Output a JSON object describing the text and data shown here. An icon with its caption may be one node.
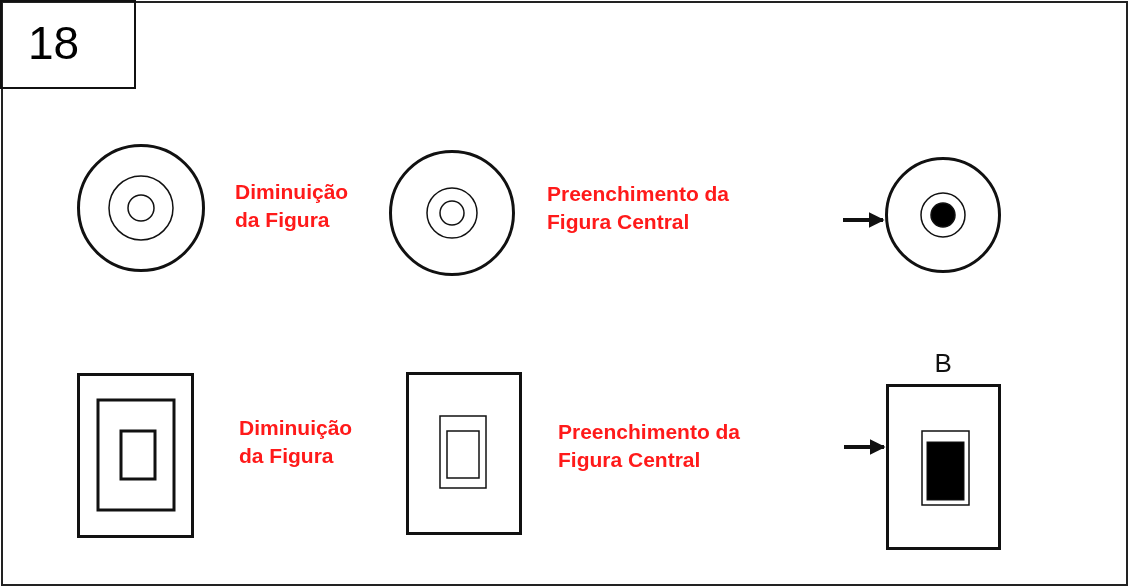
{
  "diagram": {
    "nodes": [
      {
        "text": [
          "18"
        ]
      },
      {
        "text": [],
        "shape": "circle"
      },
      {
        "text": [],
        "shape": "circle"
      },
      {
        "text": [],
        "shape": "circle"
      },
      {
        "text": [],
        "shape": "box"
      },
      {
        "text": [],
        "shape": "box"
      },
      {
        "text": [],
        "shape": "box",
        "beside": [
          "B"
        ]
      }
    ],
    "edges": [
      {
        "from": null,
        "to": 3,
        "arrow": "to"
      },
      {
        "from": null,
        "to": 6,
        "arrow": "to"
      }
    ],
    "labels": [
      "Diminuição da Figura",
      "Preenchimento da Figura Central",
      "Diminuição da Figura",
      "Preenchimento da Figura Central"
    ]
  }
}
